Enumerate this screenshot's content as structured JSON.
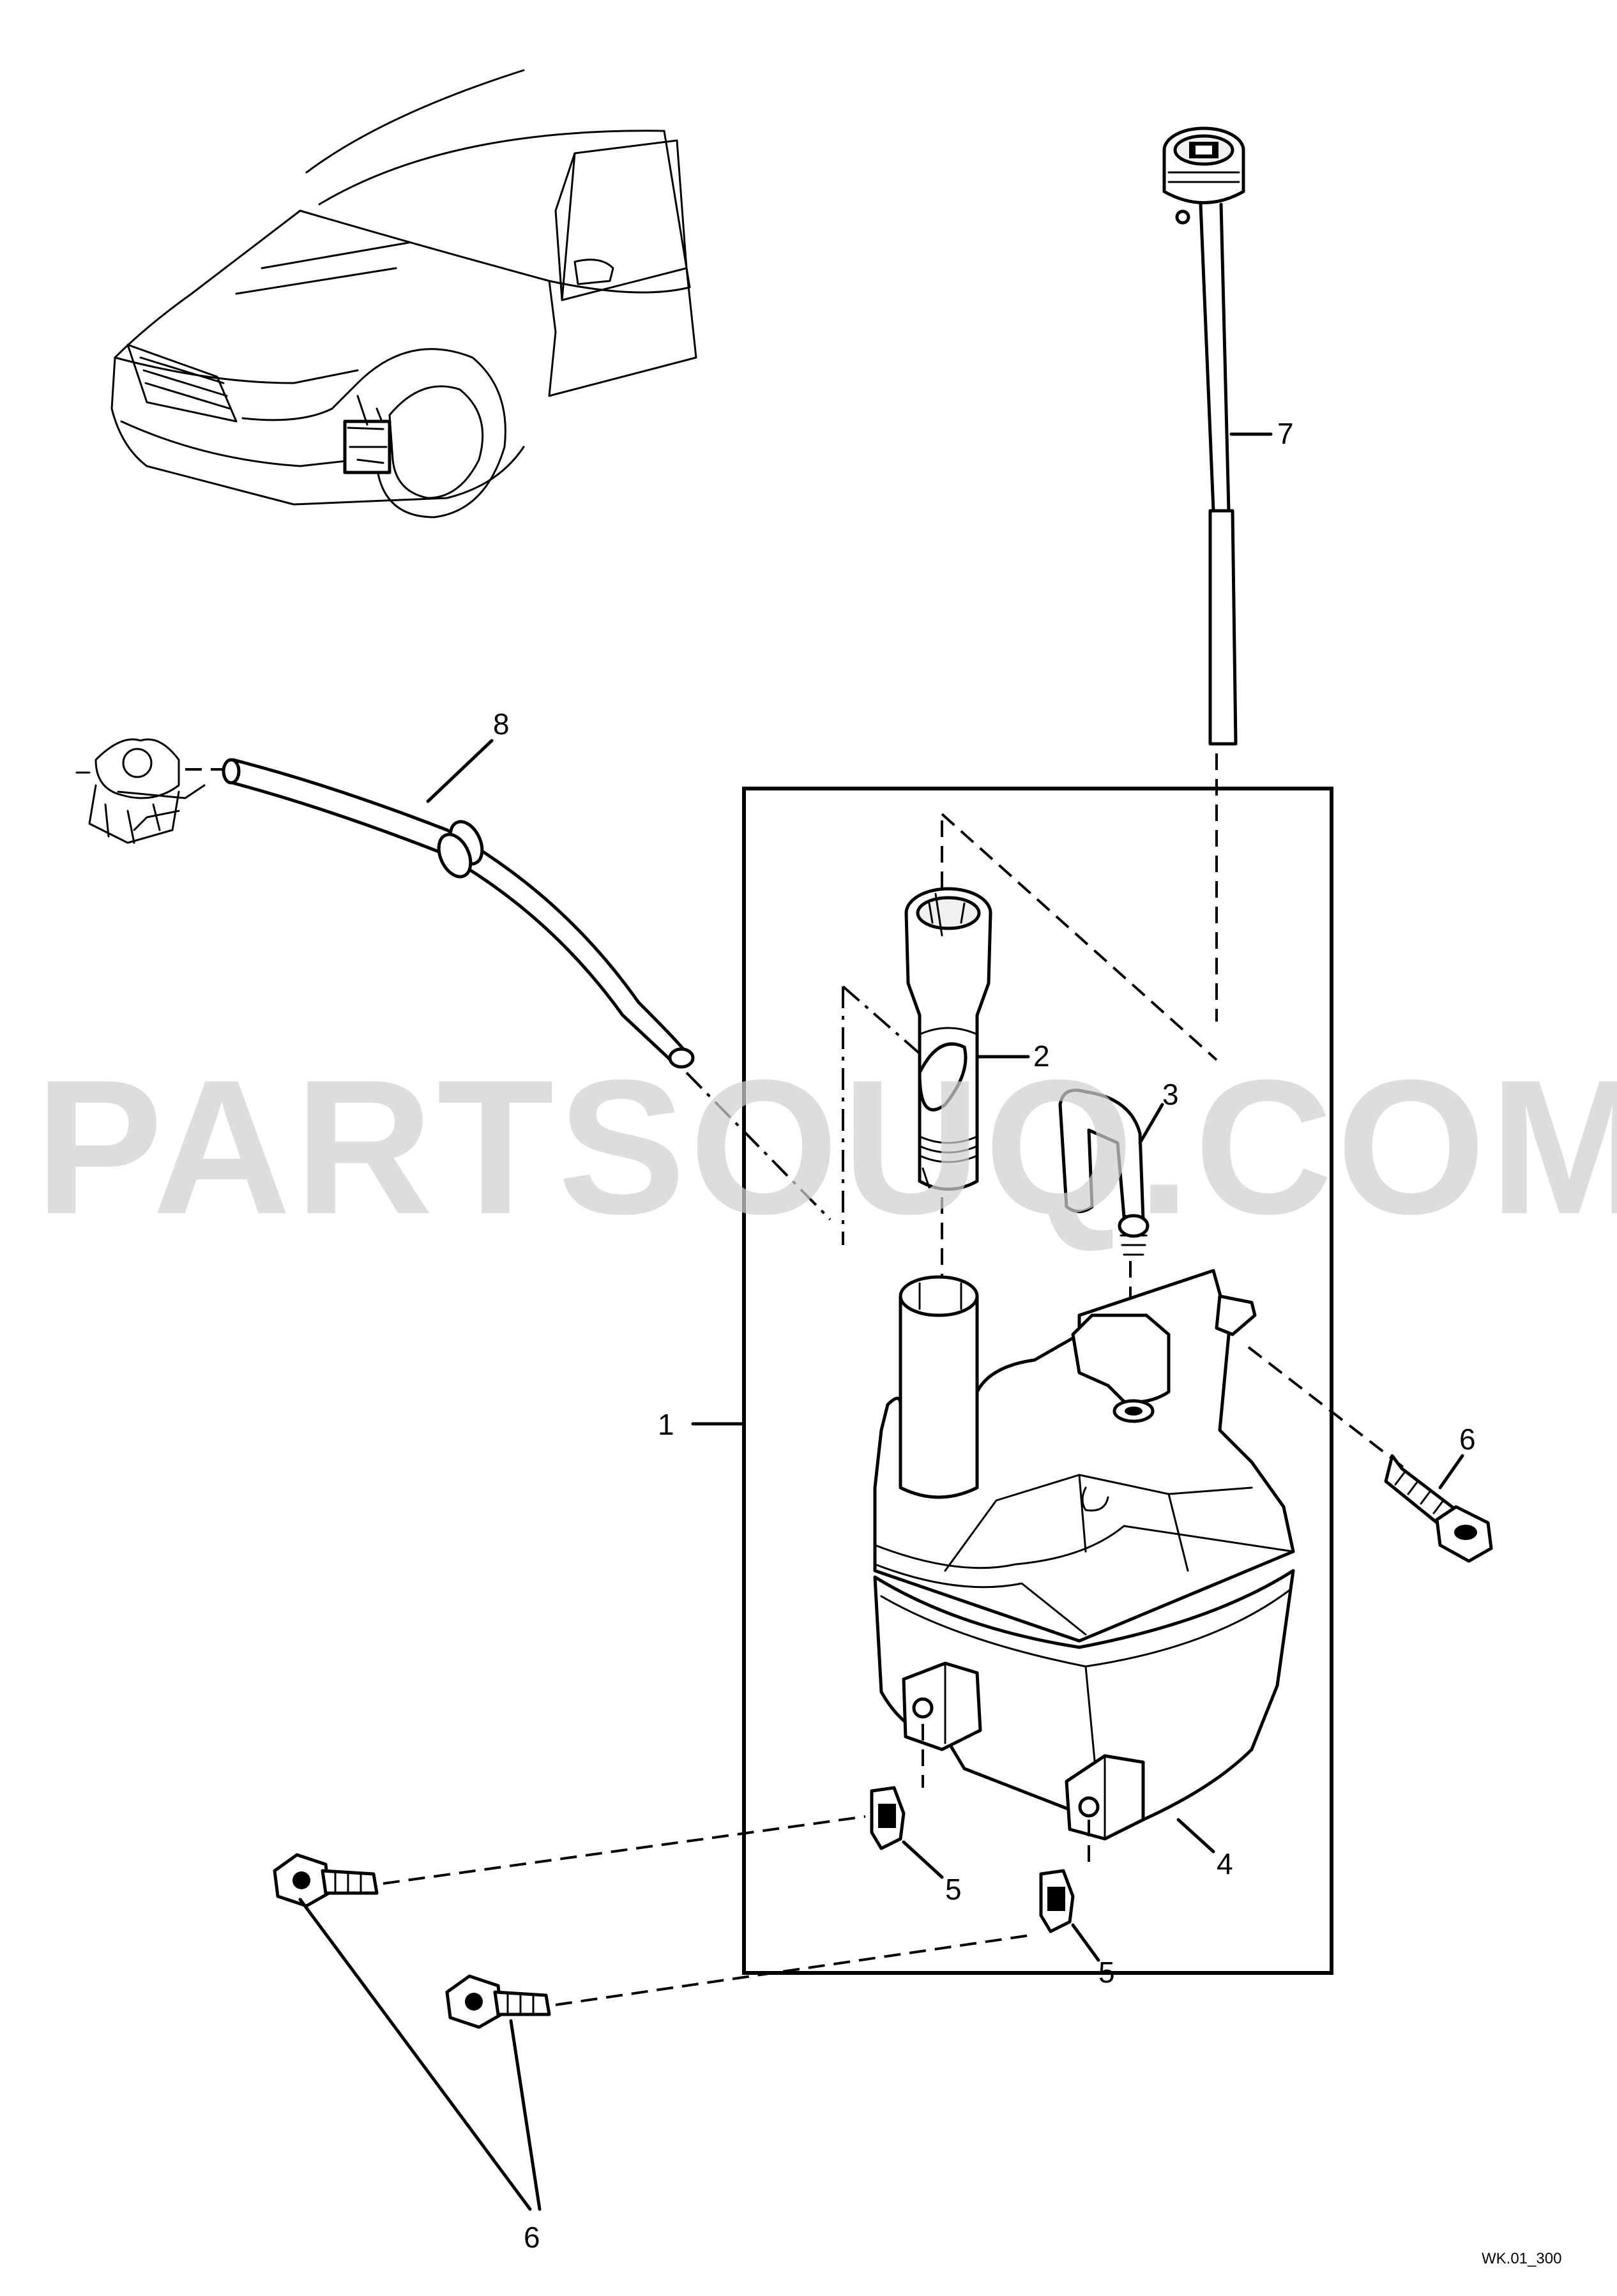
{
  "diagram": {
    "watermark": "PARTSOUQ.COM",
    "reference_code": "WK.01_300",
    "callouts": [
      {
        "id": "1",
        "label": "1"
      },
      {
        "id": "2",
        "label": "2"
      },
      {
        "id": "3",
        "label": "3"
      },
      {
        "id": "4",
        "label": "4"
      },
      {
        "id": "5a",
        "label": "5"
      },
      {
        "id": "5b",
        "label": "5"
      },
      {
        "id": "6a",
        "label": "6"
      },
      {
        "id": "6b",
        "label": "6"
      },
      {
        "id": "7",
        "label": "7"
      },
      {
        "id": "8",
        "label": "8"
      }
    ]
  }
}
